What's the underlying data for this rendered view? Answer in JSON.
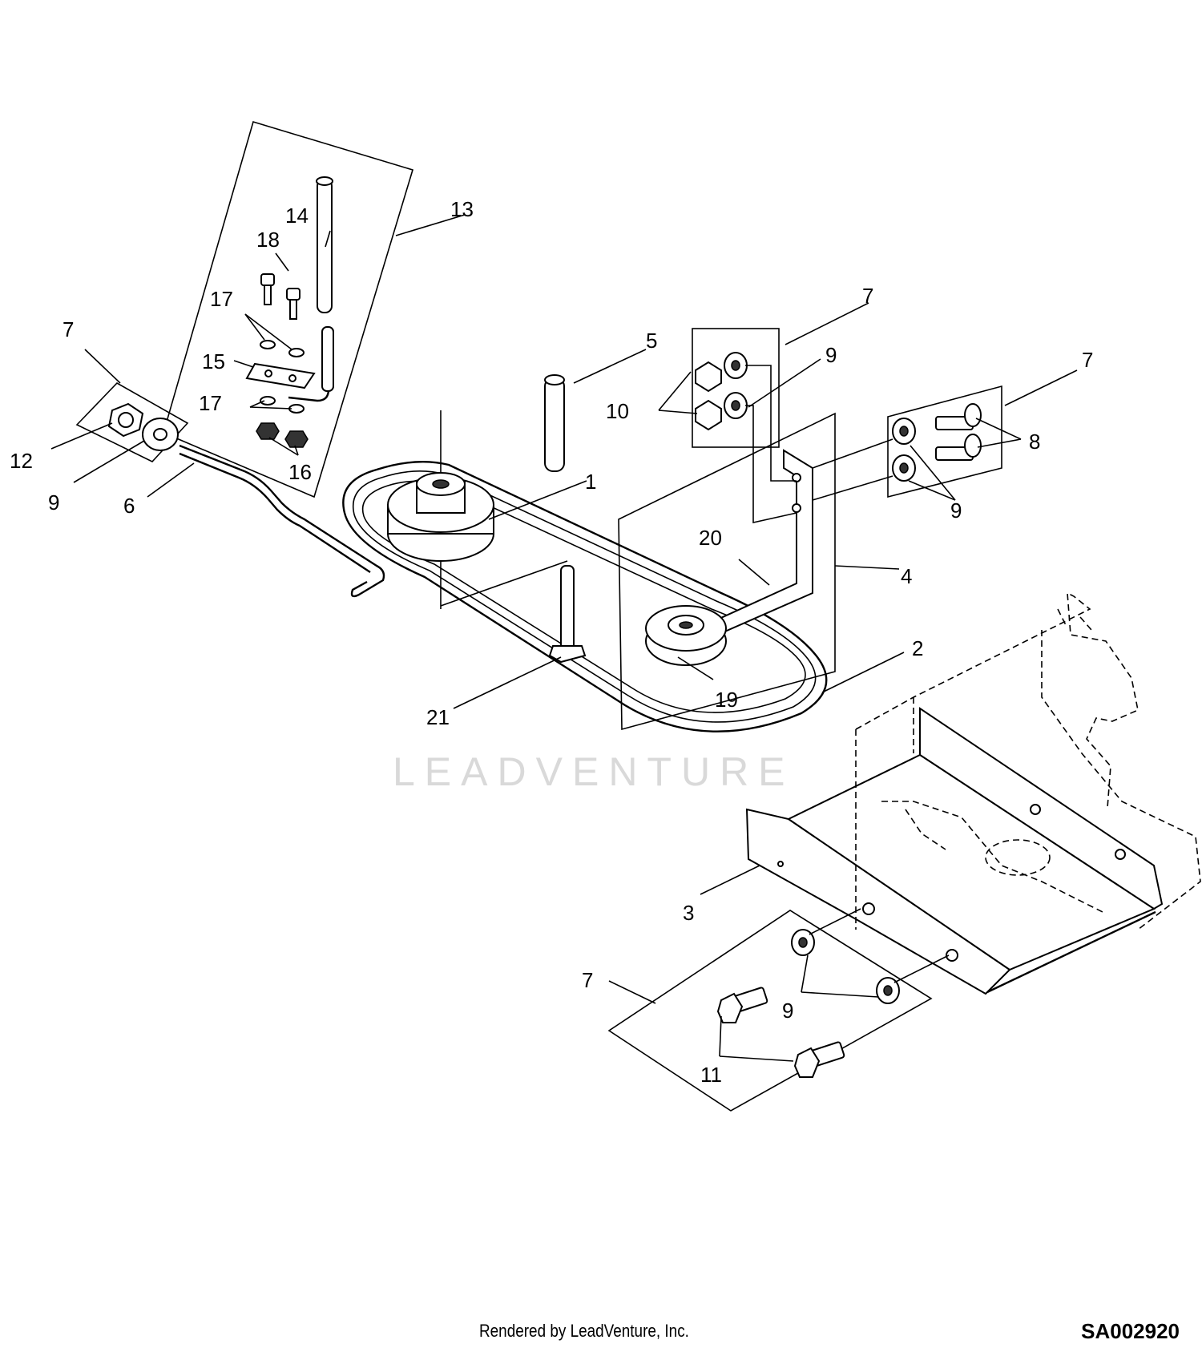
{
  "diagram": {
    "watermark": "LEADVENTURE",
    "credit": "Rendered by LeadVenture, Inc.",
    "drawing_code": "SA002920",
    "callouts": {
      "c1": "1",
      "c2": "2",
      "c3": "3",
      "c4": "4",
      "c5": "5",
      "c6": "6",
      "c7a": "7",
      "c7b": "7",
      "c7c": "7",
      "c7d": "7",
      "c8": "8",
      "c9a": "9",
      "c9b": "9",
      "c9c": "9",
      "c9d": "9",
      "c10": "10",
      "c11": "11",
      "c12": "12",
      "c13": "13",
      "c14": "14",
      "c15": "15",
      "c16": "16",
      "c17a": "17",
      "c17b": "17",
      "c18": "18",
      "c19": "19",
      "c20": "20",
      "c21": "21"
    }
  }
}
